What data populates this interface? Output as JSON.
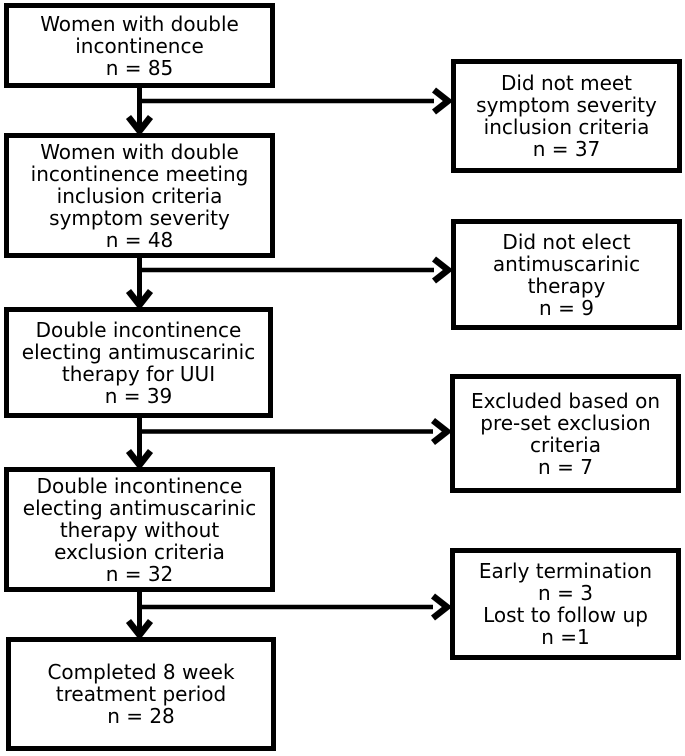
{
  "diagram": {
    "type": "flowchart",
    "boxes": {
      "main": [
        {
          "name": "women-double-incontinence",
          "lines": [
            "Women with double",
            "incontinence",
            "n = 85"
          ],
          "n": 85
        },
        {
          "name": "meeting-inclusion-criteria",
          "lines": [
            "Women with double",
            "incontinence meeting",
            "inclusion criteria",
            "symptom severity",
            "n = 48"
          ],
          "n": 48
        },
        {
          "name": "electing-antimuscarinic-therapy",
          "lines": [
            "Double incontinence",
            "electing antimuscarinic",
            "therapy for UUI",
            "n = 39"
          ],
          "n": 39
        },
        {
          "name": "without-exclusion-criteria",
          "lines": [
            "Double incontinence",
            "electing antimuscarinic",
            "therapy without",
            "exclusion criteria",
            "n = 32"
          ],
          "n": 32
        },
        {
          "name": "completed-treatment",
          "lines": [
            "Completed 8 week",
            "treatment period",
            "n = 28"
          ],
          "n": 28
        }
      ],
      "exclusions": [
        {
          "name": "did-not-meet-severity",
          "lines": [
            "Did not meet",
            "symptom severity",
            "inclusion criteria",
            "n = 37"
          ],
          "n": 37
        },
        {
          "name": "did-not-elect-therapy",
          "lines": [
            "Did not elect",
            "antimuscarinic",
            "therapy",
            "n = 9"
          ],
          "n": 9
        },
        {
          "name": "excluded-preset-criteria",
          "lines": [
            "Excluded based on",
            "pre-set exclusion",
            "criteria",
            "n = 7"
          ],
          "n": 7
        },
        {
          "name": "early-termination-lost",
          "lines": [
            "Early termination",
            "n = 3",
            "Lost to follow up",
            "n =1"
          ],
          "n_early_termination": 3,
          "n_lost_to_follow_up": 1
        }
      ]
    },
    "colors": {
      "background": "#ffffff",
      "box_border": "#000000",
      "text": "#000000",
      "arrow": "#000000"
    }
  }
}
